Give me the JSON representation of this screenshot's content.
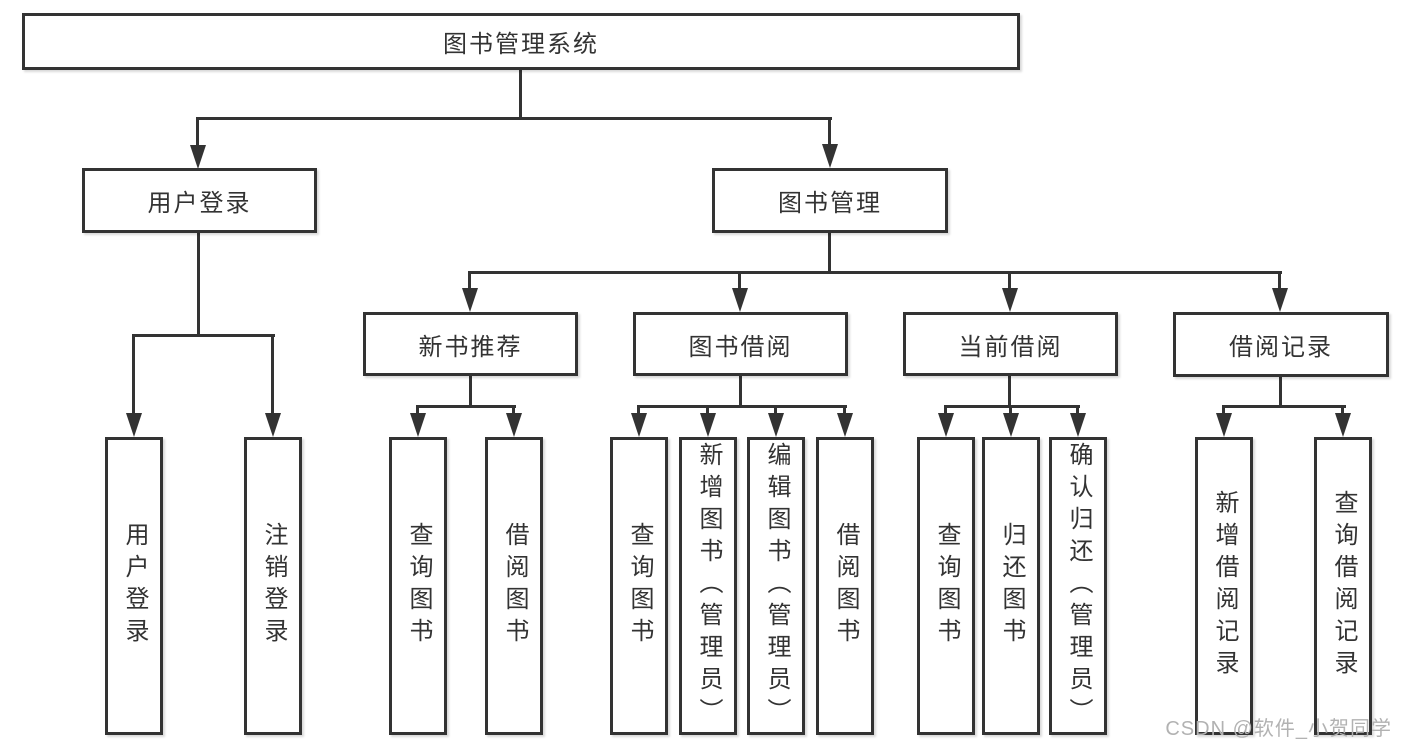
{
  "meta": {
    "watermark": "CSDN @软件_小贺同学"
  },
  "colors": {
    "line": "#333333",
    "text": "#333333",
    "background": "#ffffff",
    "watermark": "#b2b2b2"
  },
  "tree": {
    "root": {
      "label": "图书管理系统",
      "children": [
        {
          "label": "用户登录",
          "children": [
            {
              "label": "用户登录"
            },
            {
              "label": "注销登录"
            }
          ]
        },
        {
          "label": "图书管理",
          "children": [
            {
              "label": "新书推荐",
              "children": [
                {
                  "label": "查询图书"
                },
                {
                  "label": "借阅图书"
                }
              ]
            },
            {
              "label": "图书借阅",
              "children": [
                {
                  "label": "查询图书"
                },
                {
                  "label": "新增图书（管理员）"
                },
                {
                  "label": "编辑图书（管理员）"
                },
                {
                  "label": "借阅图书"
                }
              ]
            },
            {
              "label": "当前借阅",
              "children": [
                {
                  "label": "查询图书"
                },
                {
                  "label": "归还图书"
                },
                {
                  "label": "确认归还（管理员）"
                }
              ]
            },
            {
              "label": "借阅记录",
              "children": [
                {
                  "label": "新增借阅记录"
                },
                {
                  "label": "查询借阅记录"
                }
              ]
            }
          ]
        }
      ]
    }
  }
}
